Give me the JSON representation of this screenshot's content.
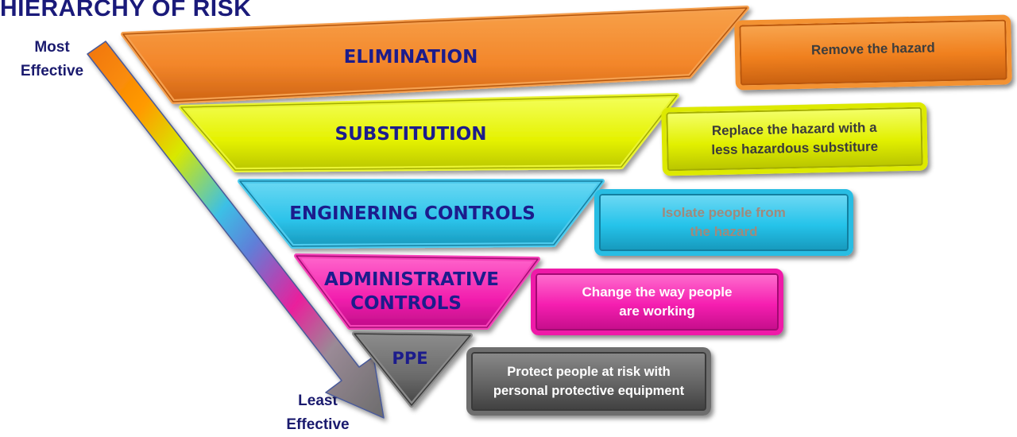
{
  "title": "HIERARCHY OF RISK",
  "scale": {
    "top_line1": "Most",
    "top_line2": "Effective",
    "bottom_line1": "Least",
    "bottom_line2": "Effective"
  },
  "levels": [
    {
      "label": "ELIMINATION",
      "description_line1": "Remove the hazard",
      "description_line2": "",
      "color": "#f38b2e"
    },
    {
      "label": "SUBSTITUTION",
      "description_line1": "Replace the hazard with a",
      "description_line2": "less hazardous substiture",
      "color": "#e8f21a"
    },
    {
      "label": "ENGINERING CONTROLS",
      "description_line1": "Isolate people from",
      "description_line2": "the hazard",
      "color": "#2ec4ea"
    },
    {
      "label_line1": "ADMINISTRATIVE",
      "label_line2": "CONTROLS",
      "description_line1": "Change the way people",
      "description_line2": "are working",
      "color": "#f21fae"
    },
    {
      "label": "PPE",
      "description_line1": "Protect people at risk with",
      "description_line2": "personal protective equipment",
      "color": "#6d6d6d"
    }
  ]
}
